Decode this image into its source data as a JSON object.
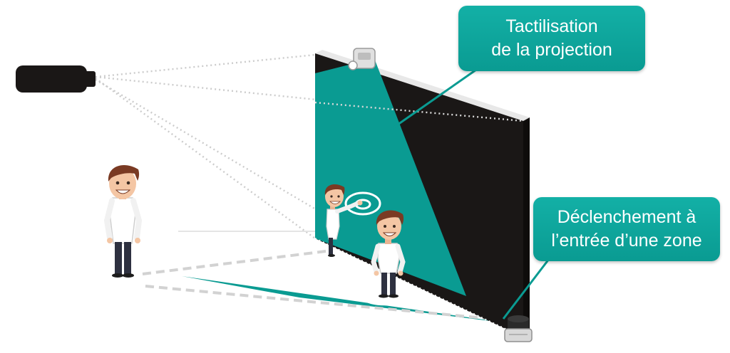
{
  "colors": {
    "teal": "#0a9b92",
    "teal_light": "#13b0a6",
    "screen": "#1a1716",
    "skin": "#f4c6a4",
    "hair": "#7a3a23",
    "shirt": "#ffffff",
    "pants": "#2e3140",
    "dots": "#c8c8c8"
  },
  "icons": {
    "projector": "projector-icon",
    "camera": "camera-sensor-icon",
    "lidar": "lidar-sensor-icon"
  },
  "callouts": {
    "top": {
      "line1": "Tactilisation",
      "line2": "de la projection"
    },
    "bottom": {
      "line1": "Déclenchement à",
      "line2": "l’entrée d’une zone"
    }
  }
}
